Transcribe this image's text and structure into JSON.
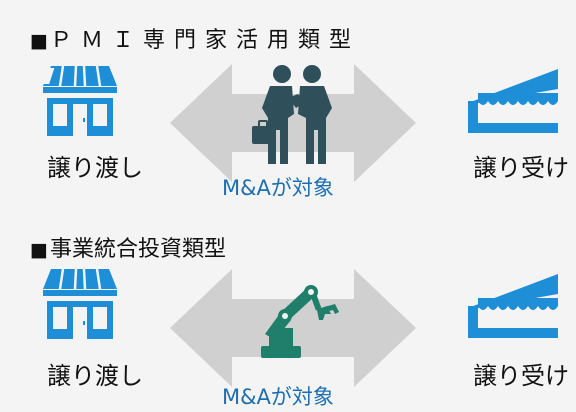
{
  "sections": [
    {
      "heading_mark": "■",
      "heading": "ＰＭＩ専門家活用類型",
      "left_label": "譲り渡し",
      "right_label": "譲り受け",
      "caption": "M&Aが対象",
      "center_icon": "handshake-people-icon"
    },
    {
      "heading_mark": "■",
      "heading": "事業統合投資類型",
      "left_label": "譲り渡し",
      "right_label": "譲り受け",
      "caption": "M&Aが対象",
      "center_icon": "robot-arm-icon"
    }
  ],
  "colors": {
    "background": "#f4f4f4",
    "store_blue": "#1e8fd6",
    "arrow_gray": "#d0d0d0",
    "dark_teal": "#2f4f5a",
    "robot_green": "#1f7f6a",
    "caption_blue": "#1f6fb0"
  }
}
